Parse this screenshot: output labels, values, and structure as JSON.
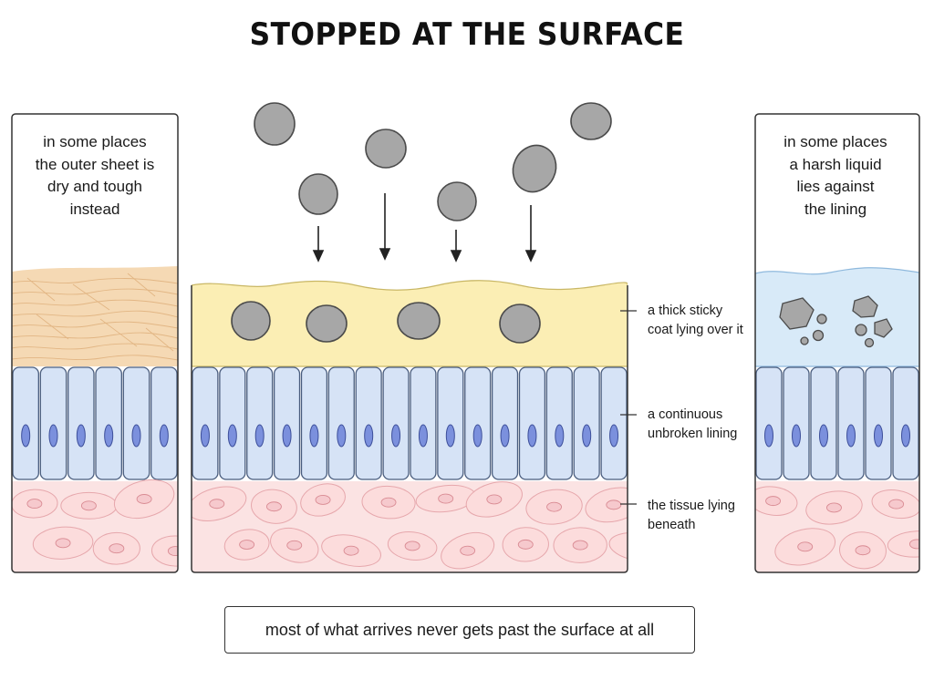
{
  "title": "STOPPED AT THE SURFACE",
  "left_panel": {
    "lines": [
      "in some places",
      "the outer sheet is",
      "dry and tough",
      "instead"
    ]
  },
  "right_panel": {
    "lines": [
      "in some places",
      "a harsh liquid",
      "lies against",
      "the lining"
    ]
  },
  "labels": {
    "mucus": [
      "a thick sticky",
      "coat lying over it"
    ],
    "lining": [
      "a continuous",
      "unbroken lining"
    ],
    "tissue": [
      "the tissue lying",
      "beneath"
    ]
  },
  "footer": "most of what arrives never gets past the surface at all",
  "colors": {
    "mucus": "#fbeeb4",
    "lining_cell": "#d6e3f6",
    "nucleus": "#7b90dd",
    "tissue": "#fbe3e3",
    "tissue_cell": "#f6c9cd",
    "particle": "#a7a7a7",
    "keratin": "#f5d9b4",
    "acid": "#d8eaf8"
  },
  "icons": [
    "particle-icon",
    "down-arrow-icon",
    "cell-nucleus-icon",
    "leader-line-icon"
  ]
}
